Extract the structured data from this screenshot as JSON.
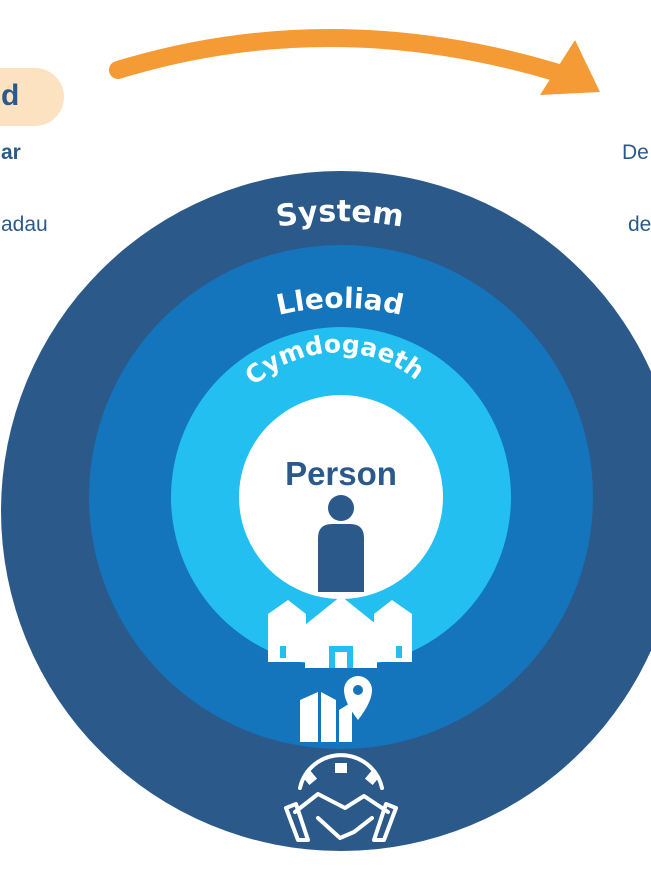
{
  "header": {
    "pill_text": "d",
    "left_line_1": "ar",
    "left_line_2": "adau",
    "right_line_1": "De",
    "right_line_2": "de"
  },
  "rings": {
    "outer_label": "System",
    "second_label": "Lleoliad",
    "third_label": "Cymdogaeth",
    "center_label": "Person"
  },
  "icons": [
    "arrow-curve-icon",
    "person-icon",
    "houses-icon",
    "map-pin-icon",
    "handshake-gear-icon"
  ],
  "colors": {
    "outer_ring": "#2b5a8a",
    "second_ring": "#1474bc",
    "third_ring": "#22bff0",
    "center": "#ffffff",
    "arrow": "#f59b35",
    "pill": "#fde2c2",
    "text": "#2b5a8a"
  }
}
